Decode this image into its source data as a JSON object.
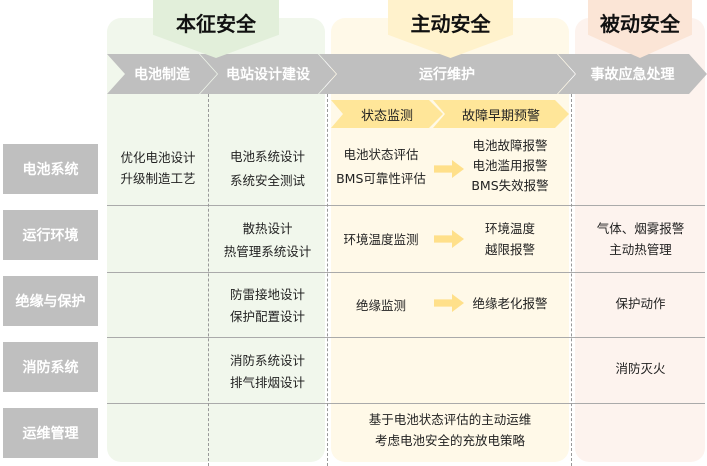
{
  "categories": [
    {
      "title": "本征安全",
      "color": "#e2efda"
    },
    {
      "title": "主动安全",
      "color": "#fff2cc"
    },
    {
      "title": "被动安全",
      "color": "#fbe5d6"
    }
  ],
  "stages": [
    "电池制造",
    "电站设计建设",
    "运行维护",
    "事故应急处理"
  ],
  "substages": [
    "状态监测",
    "故障早期预警"
  ],
  "rows": [
    "电池系统",
    "运行环境",
    "绝缘与保护",
    "消防系统",
    "运维管理"
  ],
  "cells": {
    "battery_mfg": [
      "优化电池设计",
      "升级制造工艺"
    ],
    "battery_design": [
      "电池系统设计",
      "系统安全测试"
    ],
    "battery_monitor": [
      "电池状态评估",
      "BMS可靠性评估"
    ],
    "battery_warn": [
      "电池故障报警",
      "电池滥用报警",
      "BMS失效报警"
    ],
    "env_design": [
      "散热设计",
      "热管理系统设计"
    ],
    "env_monitor": "环境温度监测",
    "env_warn": [
      "环境温度",
      "越限报警"
    ],
    "env_emergency": [
      "气体、烟雾报警",
      "主动热管理"
    ],
    "ins_design": [
      "防雷接地设计",
      "保护配置设计"
    ],
    "ins_monitor": "绝缘监测",
    "ins_warn": "绝缘老化报警",
    "ins_emergency": "保护动作",
    "fire_design": [
      "消防系统设计",
      "排气排烟设计"
    ],
    "fire_emergency": "消防灭火",
    "om": [
      "基于电池状态评估的主动运维",
      "考虑电池安全的充放电策略"
    ]
  }
}
